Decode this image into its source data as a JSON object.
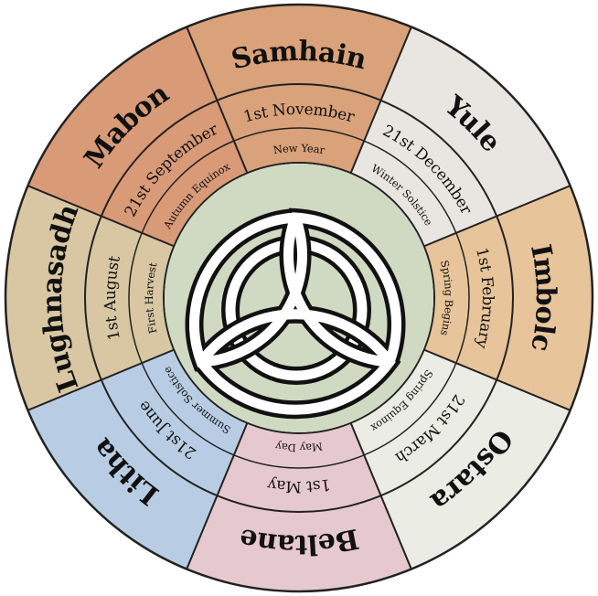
{
  "festivals": [
    {
      "name": "Samhain",
      "date": "1st November",
      "meaning": "New Year",
      "color": "#d9a27a"
    },
    {
      "name": "Yule",
      "date": "21st December",
      "meaning": "Winter Solstice",
      "color": "#e9e6e2"
    },
    {
      "name": "Imbolc",
      "date": "1st February",
      "meaning": "Spring Begins",
      "color": "#e7c49a"
    },
    {
      "name": "Ostara",
      "date": "21st March",
      "meaning": "Spring Equinox",
      "color": "#ebece4"
    },
    {
      "name": "Beltane",
      "date": "1st May",
      "meaning": "May Day",
      "color": "#e6c9cf"
    },
    {
      "name": "Litha",
      "date": "21st June",
      "meaning": "Summer Solstice",
      "color": "#b8cde3"
    },
    {
      "name": "Lughnasadh",
      "date": "1st August",
      "meaning": "First Harvest",
      "color": "#d8c7a2"
    },
    {
      "name": "Mabon",
      "date": "21st September",
      "meaning": "Autumn Equinox",
      "color": "#d99a78"
    }
  ],
  "center": {
    "symbol": "triquetra-icon",
    "color": "#b9c7a8"
  }
}
